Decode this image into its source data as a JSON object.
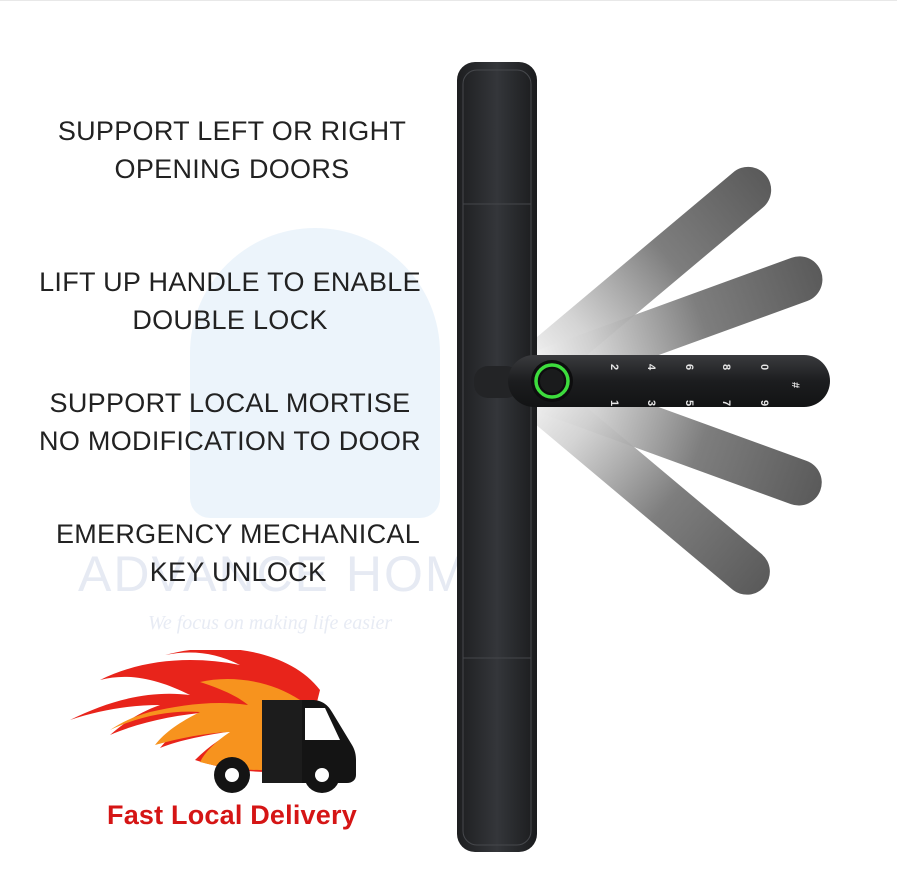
{
  "features": [
    {
      "line1": "SUPPORT LEFT OR RIGHT",
      "line2": "OPENING DOORS"
    },
    {
      "line1": "LIFT UP HANDLE TO ENABLE",
      "line2": "DOUBLE LOCK"
    },
    {
      "line1": "SUPPORT LOCAL MORTISE",
      "line2": "NO MODIFICATION TO DOOR"
    },
    {
      "line1": "EMERGENCY MECHANICAL",
      "line2": "KEY UNLOCK"
    }
  ],
  "watermark": {
    "brand": "ADVANCE HOME",
    "tagline": "We focus on making life easier"
  },
  "keypad": {
    "top_row": [
      "2",
      "4",
      "6",
      "8",
      "0"
    ],
    "bottom_row": [
      "1",
      "3",
      "5",
      "7",
      "9",
      "#"
    ]
  },
  "delivery": {
    "label": "Fast Local Delivery"
  },
  "colors": {
    "lock_body": "#2b2c2e",
    "fingerprint_ring": "#3ddc3d",
    "delivery_text": "#d51515",
    "flame_red": "#e8241b",
    "flame_orange": "#f7931e"
  },
  "icons": {
    "truck": "delivery-truck-icon",
    "fingerprint": "fingerprint-sensor-icon"
  }
}
